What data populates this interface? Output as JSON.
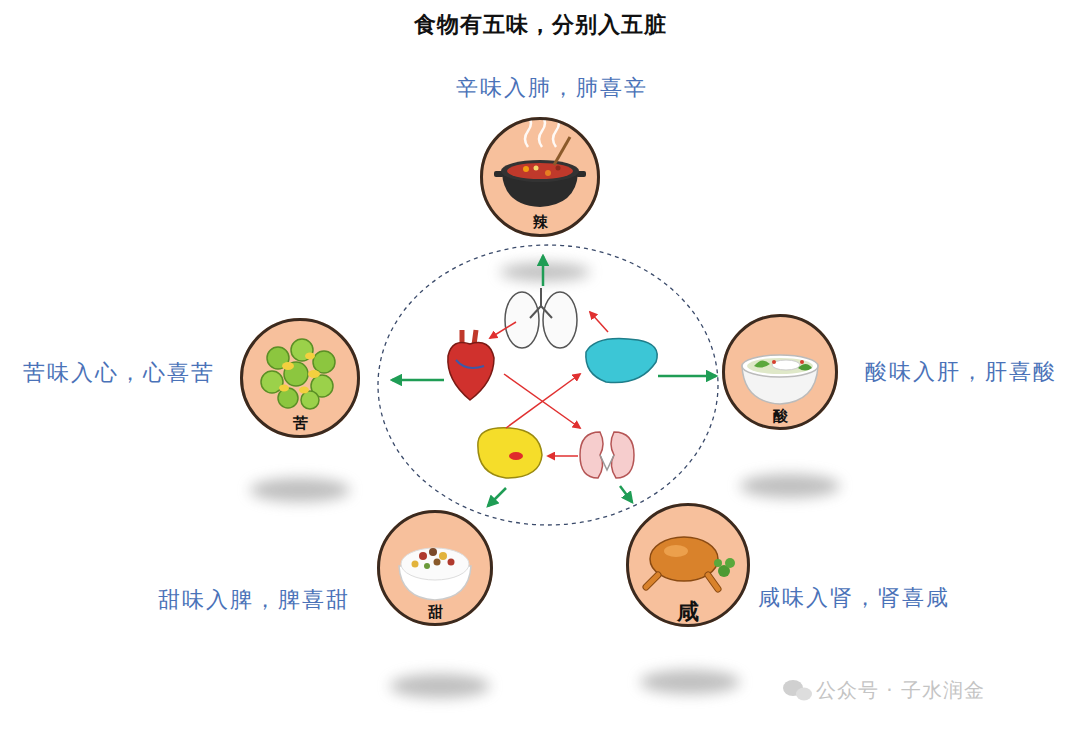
{
  "diagram": {
    "title": "食物有五味，分别入五脏",
    "nodes": [
      {
        "text": [
          "辛味入肺，肺喜辛",
          "辣"
        ]
      },
      {
        "text": [
          "苦味入心，心喜苦",
          "苦"
        ]
      },
      {
        "text": [
          "酸味入肝，肝喜酸",
          "酸"
        ]
      },
      {
        "text": [
          "甜味入脾，脾喜甜",
          "甜"
        ]
      },
      {
        "text": [
          "咸味入肾，肾喜咸",
          "咸"
        ]
      }
    ],
    "labels": [
      "公众号 · 子水润金"
    ]
  }
}
